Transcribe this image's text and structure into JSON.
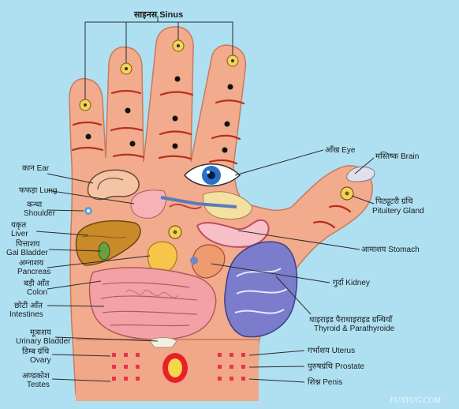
{
  "title": "साइनस Sinus",
  "labels": {
    "ear": "कान Ear",
    "lung": "फफड़ा Lung",
    "shoulder_hi": "कन्धा",
    "shoulder_en": "Shoulder",
    "liver_hi": "यकृत",
    "liver_en": "Liver",
    "gall_hi": "पित्ताशय",
    "gall_en": "Gal Bladder",
    "pancreas_hi": "अग्नाशय",
    "pancreas_en": "Pancreas",
    "colon_hi": "बड़ी आँत",
    "colon_en": "Colon",
    "intestine_hi": "छोटी आँत",
    "intestine_en": "Intestines",
    "bladder_hi": "मूत्राशय",
    "bladder_en": "Urinary Bladder",
    "ovary_hi": "डिम्ब ग्रंथि",
    "ovary_en": "Ovary",
    "testes_hi": "अण्डकोश",
    "testes_en": "Testes",
    "eye": "आँख Eye",
    "brain": "मस्तिष्क Brain",
    "pituitary_hi": "पिट्यूटरी ग्रंथि",
    "pituitary_en": "Pituitery Gland",
    "stomach": "आमाशय Stomach",
    "kidney": "गुर्दा Kidney",
    "thyroid_hi": "थाइराइड पैराथाइराइड ग्रन्थियाँ",
    "thyroid_en": "Thyroid & Parathyroide",
    "uterus": "गर्भाशय Uterus",
    "prostate": "पुरुषग्रंथि Prostate",
    "penis": "शिश्न Penis"
  },
  "watermark": "FUNYUG.COM",
  "colors": {
    "background": "#aee0f2",
    "skin": "#f2ab8c",
    "crease": "#b5301e",
    "point": "#f3d35a"
  }
}
